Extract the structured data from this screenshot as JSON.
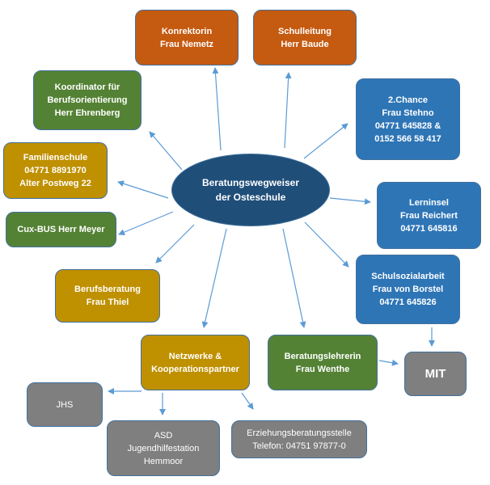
{
  "center": {
    "lines": [
      "Beratungswegweiser",
      "der Osteschule"
    ]
  },
  "nodes": {
    "konrektorin": [
      "Konrektorin",
      "Frau Nemetz"
    ],
    "schulleitung": [
      "Schulleitung",
      "Herr Baude"
    ],
    "koordinator": [
      "Koordinator für",
      "Berufsorientierung",
      "Herr Ehrenberg"
    ],
    "chance": [
      "2.Chance",
      "Frau Stehno",
      "04771 645828 &",
      "0152 566 58 417"
    ],
    "familienschule": [
      "Familienschule",
      "04771 8891970",
      "Alter Postweg 22"
    ],
    "lerninsel": [
      "Lerninsel",
      "Frau Reichert",
      "04771 645816"
    ],
    "cuxbus": [
      "Cux-BUS Herr Meyer"
    ],
    "berufsberatung": [
      "Berufsberatung",
      "Frau Thiel"
    ],
    "schulsozialarbeit": [
      "Schulsozialarbeit",
      "Frau von Borstel",
      "04771 645826"
    ],
    "netzwerke": [
      "Netzwerke &",
      "Kooperationspartner"
    ],
    "beratungslehrerin": [
      "Beratungslehrerin",
      "Frau Wenthe"
    ],
    "mit": [
      "MIT"
    ],
    "jhs": [
      "JHS"
    ],
    "asd": [
      "ASD",
      "Jugendhilfestation",
      "Hemmoor"
    ],
    "erziehungsberatung": [
      "Erziehungsberatungsstelle",
      "Telefon: 04751 97877-0"
    ]
  },
  "colors": {
    "orange": "#c55a11",
    "green": "#548235",
    "gold": "#bf9000",
    "blue": "#2e75b6",
    "grey": "#7f7f7f",
    "center": "#1f4e79",
    "arrow": "#5b9bd5"
  }
}
